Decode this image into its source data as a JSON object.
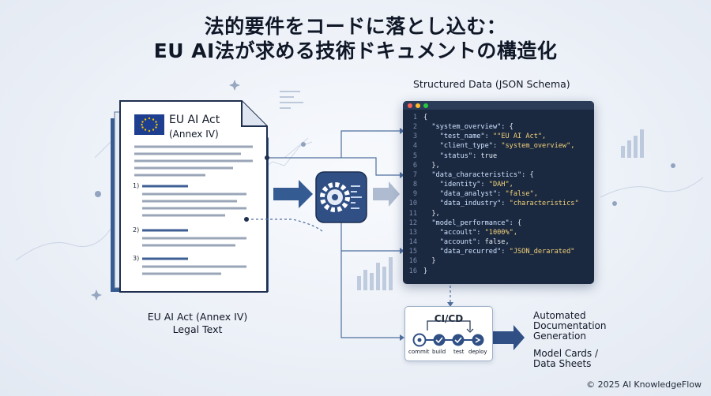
{
  "title_line1": "法的要件をコードに落とし込む：",
  "title_line2": "EU AI法が求める技術ドキュメントの構造化",
  "document": {
    "heading_line1": "EU AI Act",
    "heading_line2": "(Annex IV)",
    "item_markers": [
      "1)",
      "2)",
      "3)"
    ]
  },
  "legal_text_label_line1": "EU AI Act (Annex IV)",
  "legal_text_label_line2": "Legal Text",
  "structured_data_label": "Structured Data (JSON Schema)",
  "code_lines": [
    {
      "n": "1",
      "text": "{"
    },
    {
      "n": "2",
      "text": "  \"system_overview\": {"
    },
    {
      "n": "3",
      "text": "    \"test_name\": \"\"EU AI Act\","
    },
    {
      "n": "4",
      "text": "    \"client_type\": \"system_overview\","
    },
    {
      "n": "5",
      "text": "    \"status\": true"
    },
    {
      "n": "6",
      "text": "  },"
    },
    {
      "n": "7",
      "text": "  \"data_characteristics\": {"
    },
    {
      "n": "8",
      "text": "    \"identity\": \"DAH\","
    },
    {
      "n": "9",
      "text": "    \"data_analyst\": \"false\","
    },
    {
      "n": "10",
      "text": "    \"data_industry\": \"characteristics\""
    },
    {
      "n": "11",
      "text": "  },"
    },
    {
      "n": "12",
      "text": "  \"model_performance\": {"
    },
    {
      "n": "13",
      "text": "    \"accoult\": \"1000%\","
    },
    {
      "n": "14",
      "text": "    \"account\": false,"
    },
    {
      "n": "15",
      "text": "    \"data_recurred\": \"JSON_derarated\""
    },
    {
      "n": "16",
      "text": "  }"
    },
    {
      "n": "16",
      "text": "}"
    }
  ],
  "cicd": {
    "title": "CI/CD",
    "stages": [
      "commit",
      "build",
      "test",
      "deploy"
    ]
  },
  "output_line1": "Automated",
  "output_line2": "Documentation",
  "output_line3": "Generation",
  "output2_line1": "Model Cards /",
  "output2_line2": "Data Sheets",
  "copyright": "© 2025 AI KnowledgeFlow",
  "colors": {
    "navy": "#1b2940",
    "accent": "#2f4f85",
    "eu_blue": "#1e3f8f",
    "eu_star": "#f2c300",
    "connector": "#5a77a3"
  }
}
